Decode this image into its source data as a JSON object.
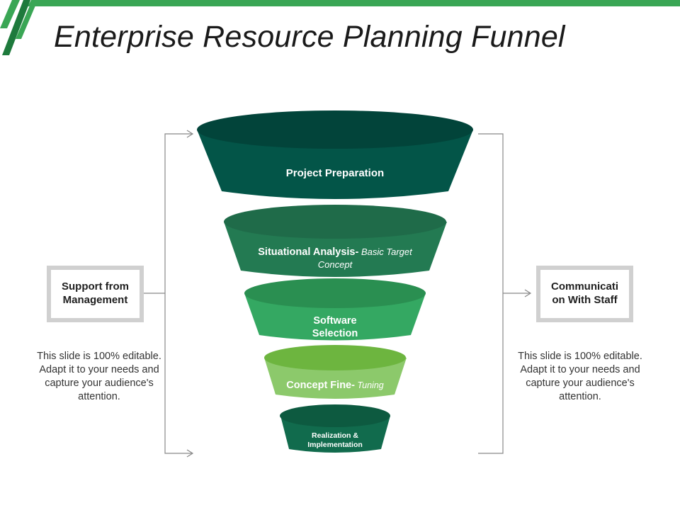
{
  "title": "Enterprise Resource Planning Funnel",
  "colors": {
    "accent_green": "#3aa655",
    "accent_dark": "#1e7a3c",
    "stage1": "#035548",
    "stage2": "#237a52",
    "stage3": "#34a862",
    "stage4": "#74bd4c",
    "stage5": "#116b4d",
    "connector": "#888888"
  },
  "funnel": [
    {
      "label": "Project Preparation",
      "sub": ""
    },
    {
      "label": "Situational Analysis-",
      "sub": " Basic Target Concept"
    },
    {
      "label": "Software Selection",
      "sub": ""
    },
    {
      "label": "Concept Fine-",
      "sub": " Tuning"
    },
    {
      "label": "Realization & Implementation",
      "sub": ""
    }
  ],
  "left_panel": {
    "box_label": "Support from Management",
    "text": "This slide is 100% editable. Adapt it to your needs and capture your audience's attention."
  },
  "right_panel": {
    "box_label": "Communicati on With Staff",
    "text": "This slide is 100% editable. Adapt it to your needs and capture your audience's attention."
  }
}
